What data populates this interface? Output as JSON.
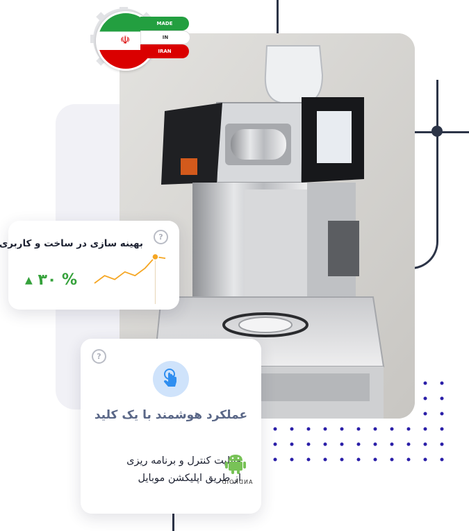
{
  "badge": {
    "made": "MADE",
    "in": "IN",
    "country": "IRAN"
  },
  "card_optimization": {
    "title": "بهینه سازی در ساخت و کاربری",
    "value": "۳۰ %",
    "help": "?"
  },
  "card_smart": {
    "title": "عملکرد هوشمند با یک کلید",
    "line1": "قابلیت کنترل و برنامه ریزی",
    "line2": "از طریق اپلیکشن موبایل",
    "android": "ANDROID",
    "help": "?"
  },
  "colors": {
    "accent_green": "#35a13b",
    "chart_line": "#f5a623",
    "dark": "#2c3447",
    "title_blue": "#5a6787"
  },
  "chart_data": {
    "type": "line",
    "values": [
      2,
      4,
      3,
      5,
      4,
      6,
      9,
      8.6
    ]
  }
}
